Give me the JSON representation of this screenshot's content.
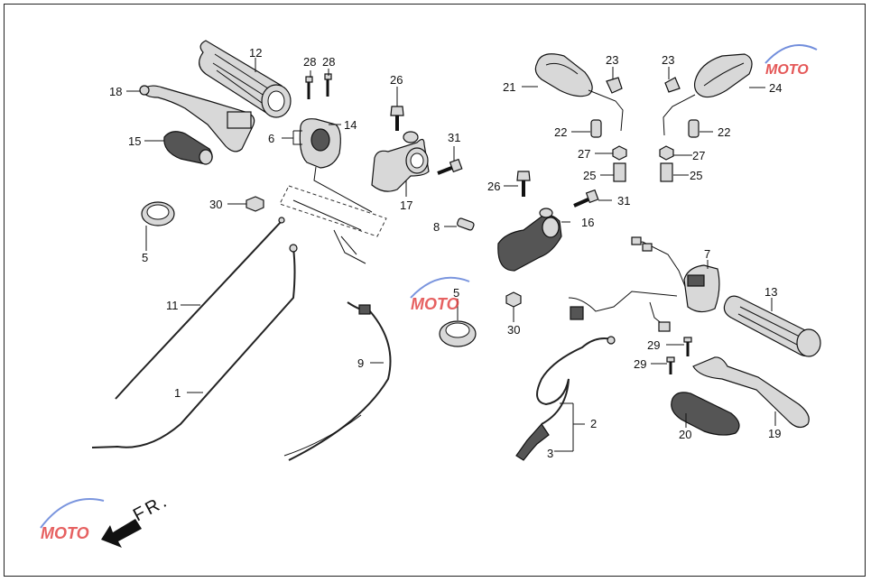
{
  "diagram": {
    "front_indicator": "FR.",
    "watermark_text": "MOTO",
    "colors": {
      "watermark_red": "#e03a3a",
      "watermark_blue": "#5a7bd6",
      "ink": "#111111"
    },
    "callouts": [
      "1",
      "2",
      "3",
      "5",
      "5",
      "6",
      "7",
      "8",
      "9",
      "11",
      "12",
      "13",
      "14",
      "15",
      "16",
      "17",
      "18",
      "19",
      "20",
      "21",
      "22",
      "22",
      "23",
      "23",
      "24",
      "25",
      "25",
      "26",
      "26",
      "27",
      "27",
      "28",
      "28",
      "29",
      "29",
      "30",
      "30",
      "31",
      "31"
    ]
  }
}
